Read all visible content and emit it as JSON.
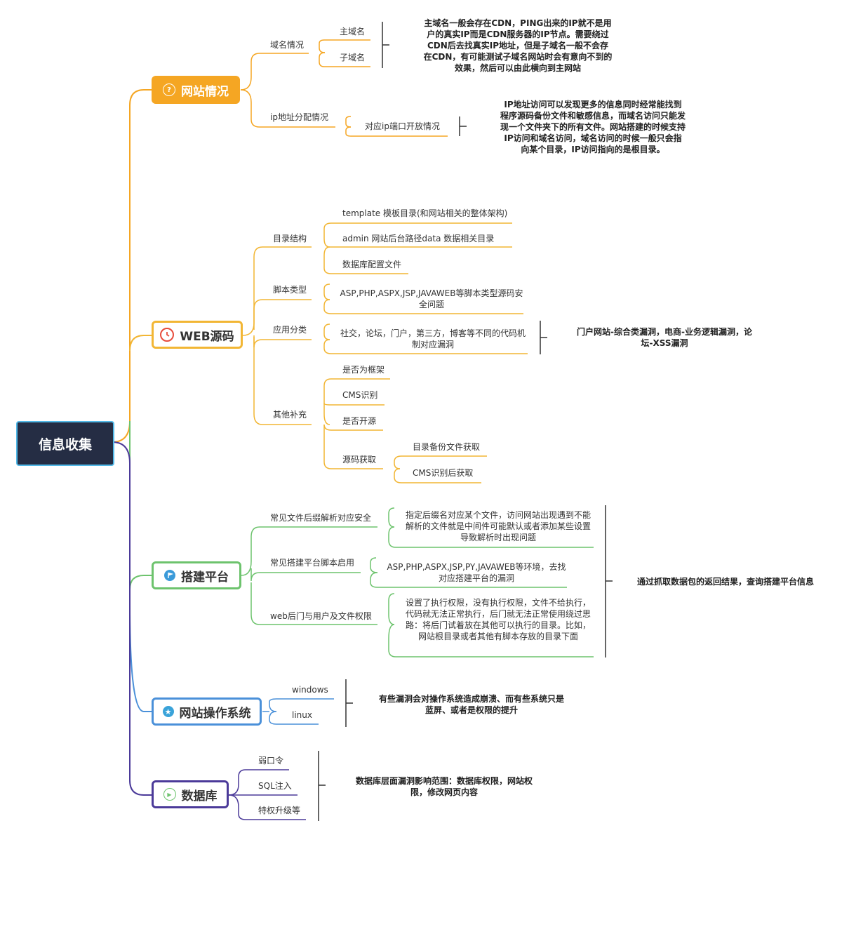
{
  "root": {
    "label": "信息收集"
  },
  "colors": {
    "orange": "#f5a623",
    "yellow": "#f2b634",
    "green": "#6dc36d",
    "blue": "#4a90d9",
    "purple": "#4b3a99",
    "root_bg": "#252d44"
  },
  "sections": {
    "site": {
      "label": "网站情况",
      "icon": "question-circle-icon",
      "domain": {
        "label": "域名情况",
        "main": "主域名",
        "sub": "子域名",
        "note": "主域名一般会存在CDN，PING出来的IP就不是用户的真实IP而是CDN服务器的IP节点。需要绕过CDN后去找真实IP地址，但是子域名一般不会存在CDN，有可能测试子域名网站时会有意向不到的效果，然后可以由此横向到主网站"
      },
      "ip": {
        "label": "ip地址分配情况",
        "port": "对应ip端口开放情况",
        "note": "IP地址访问可以发现更多的信息同时经常能找到程序源码备份文件和敏感信息，而域名访问只能发现一个文件夹下的所有文件。网站搭建的时候支持IP访问和域名访问，域名访问的时候一般只会指向某个目录，IP访问指向的是根目录。"
      }
    },
    "web": {
      "label": "WEB源码",
      "icon": "clock-icon",
      "dir": {
        "label": "目录结构",
        "items": [
          "template 模板目录(和网站相关的整体架构)",
          "admin 网站后台路径data 数据相关目录",
          "数据库配置文件"
        ]
      },
      "script": {
        "label": "脚本类型",
        "item": "ASP,PHP,ASPX,JSP,JAVAWEB等脚本类型源码安全问题"
      },
      "app": {
        "label": "应用分类",
        "item": "社交，论坛，门户，第三方，博客等不同的代码机制对应漏洞",
        "note": "门户网站-综合类漏洞，电商-业务逻辑漏洞，论坛-XSS漏洞"
      },
      "other": {
        "label": "其他补充",
        "items": [
          "是否为框架",
          "CMS识别",
          "是否开源"
        ],
        "source": {
          "label": "源码获取",
          "items": [
            "目录备份文件获取",
            "CMS识别后获取"
          ]
        }
      }
    },
    "platform": {
      "label": "搭建平台",
      "icon": "flag-icon",
      "suffix": {
        "label": "常见文件后缀解析对应安全",
        "item": "指定后缀名对应某个文件，访问网站出现遇到不能解析的文件就是中间件可能默认或者添加某些设置导致解析时出现问题"
      },
      "enable": {
        "label": "常见搭建平台脚本启用",
        "item": "ASP,PHP,ASPX,JSP,PY,JAVAWEB等环境，去找对应搭建平台的漏洞"
      },
      "backdoor": {
        "label": "web后门与用户及文件权限",
        "item": "设置了执行权限，没有执行权限，文件不给执行，代码就无法正常执行，后门就无法正常使用绕过思路：将后门试着放在其他可以执行的目录。比如，网站根目录或者其他有脚本存放的目录下面"
      },
      "note": "通过抓取数据包的返回结果，查询搭建平台信息"
    },
    "os": {
      "label": "网站操作系统",
      "icon": "star-icon",
      "items": [
        "windows",
        "linux"
      ],
      "note": "有些漏洞会对操作系统造成崩溃、而有些系统只是蓝屏、或者是权限的提升"
    },
    "db": {
      "label": "数据库",
      "icon": "play-icon",
      "items": [
        "弱口令",
        "SQL注入",
        "特权升级等"
      ],
      "note": "数据库层面漏洞影响范围：数据库权限，网站权限，修改网页内容"
    }
  }
}
